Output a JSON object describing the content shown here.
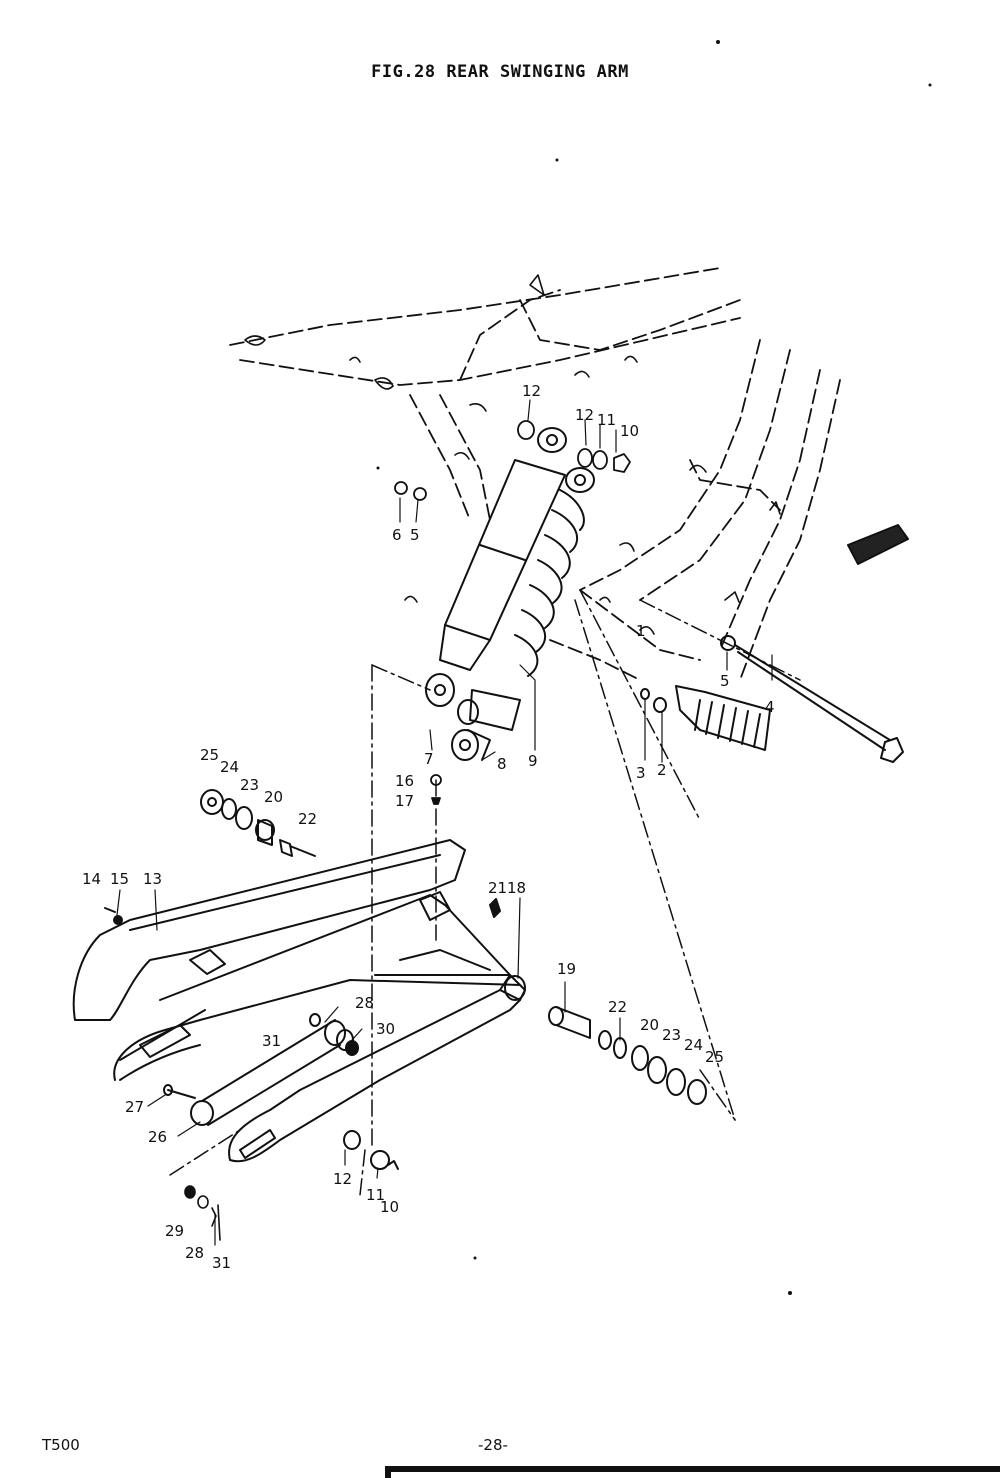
{
  "figure": {
    "title": "FIG.28  REAR SWINGING ARM"
  },
  "footer": {
    "model": "T500",
    "page": "-28-"
  },
  "callouts": {
    "c1": "1",
    "c2": "2",
    "c3": "3",
    "c4": "4",
    "c5a": "5",
    "c5b": "5",
    "c6": "6",
    "c7": "7",
    "c8": "8",
    "c9": "9",
    "c10a": "10",
    "c10b": "10",
    "c11a": "11",
    "c11b": "11",
    "c12a": "12",
    "c12b": "12",
    "c12c": "12",
    "c13": "13",
    "c14": "14",
    "c15": "15",
    "c16": "16",
    "c17": "17",
    "c18": "18",
    "c19": "19",
    "c20a": "20",
    "c20b": "20",
    "c21": "21",
    "c22a": "22",
    "c22b": "22",
    "c23a": "23",
    "c23b": "23",
    "c24a": "24",
    "c24b": "24",
    "c25a": "25",
    "c25b": "25",
    "c26": "26",
    "c27": "27",
    "c28a": "28",
    "c28b": "28",
    "c29": "29",
    "c30": "30",
    "c31a": "31",
    "c31b": "31"
  }
}
